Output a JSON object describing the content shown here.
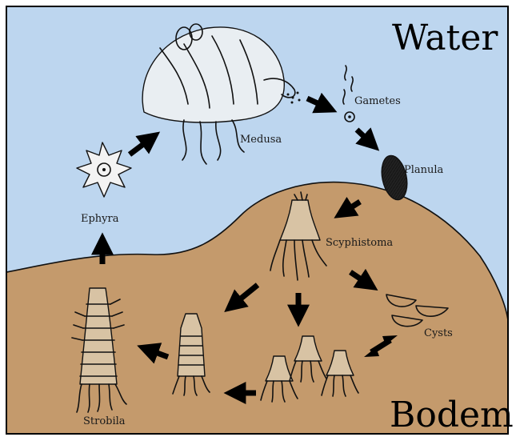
{
  "zones": {
    "water_label": "Water",
    "bottom_label": "Bodem"
  },
  "stages": {
    "gametes": "Gametes",
    "medusa": "Medusa",
    "planula": "Planula",
    "scyphistoma": "Scyphistoma",
    "cysts": "Cysts",
    "strobila": "Strobila",
    "ephyra": "Ephyra"
  },
  "colors": {
    "water": "#bdd6ef",
    "sediment": "#c49a6c",
    "ink": "#111111",
    "frame": "#000000"
  }
}
